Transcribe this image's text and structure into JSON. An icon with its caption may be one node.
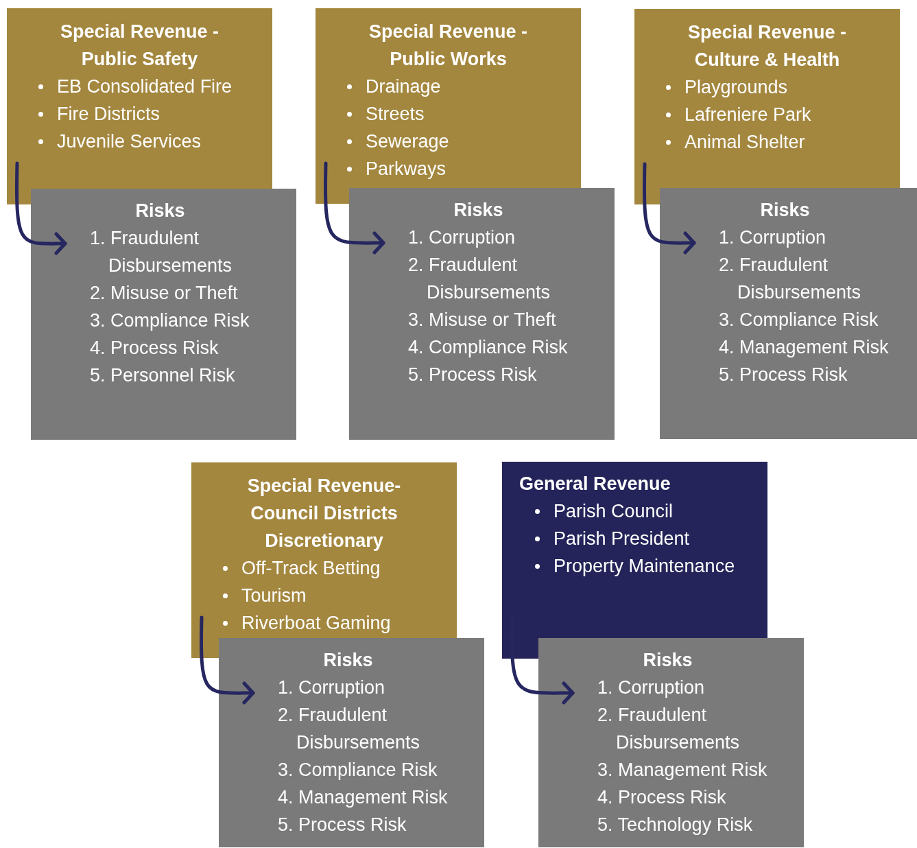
{
  "diagram": {
    "nodes": [
      {
        "text": [
          "Special Revenue - Public Safety",
          "EB Consolidated Fire",
          "Fire Districts",
          "Juvenile Services"
        ]
      },
      {
        "text": [
          "Risks",
          "1. Fraudulent Disbursements",
          "2. Misuse or Theft",
          "3. Compliance Risk",
          "4. Process Risk",
          "5. Personnel Risk"
        ]
      },
      {
        "text": [
          "Special Revenue - Public Works",
          "Drainage",
          "Streets",
          "Sewerage",
          "Parkways"
        ]
      },
      {
        "text": [
          "Risks",
          "1. Corruption",
          "2. Fraudulent Disbursements",
          "3. Misuse or Theft",
          "4. Compliance Risk",
          "5. Process Risk"
        ]
      },
      {
        "text": [
          "Special Revenue - Culture & Health",
          "Playgrounds",
          "Lafreniere Park",
          "Animal Shelter"
        ]
      },
      {
        "text": [
          "Risks",
          "1. Corruption",
          "2. Fraudulent Disbursements",
          "3. Compliance Risk",
          "4. Management Risk",
          "5. Process Risk"
        ]
      },
      {
        "text": [
          "Special Revenue- Council Districts Discretionary",
          "Off-Track Betting",
          "Tourism",
          "Riverboat Gaming"
        ]
      },
      {
        "text": [
          "Risks",
          "1. Corruption",
          "2. Fraudulent Disbursements",
          "3. Compliance Risk",
          "4. Management Risk",
          "5. Process Risk"
        ]
      },
      {
        "text": [
          "General Revenue",
          "Parish Council",
          "Parish President",
          "Property Maintenance"
        ]
      },
      {
        "text": [
          "Risks",
          "1. Corruption",
          "2. Fraudulent Disbursements",
          "3. Management Risk",
          "4. Process Risk",
          "5. Technology Risk"
        ]
      }
    ],
    "edges": [
      {
        "from": 0,
        "to": 1,
        "arrow": "to"
      },
      {
        "from": 2,
        "to": 3,
        "arrow": "to"
      },
      {
        "from": 4,
        "to": 5,
        "arrow": "to"
      },
      {
        "from": 6,
        "to": 7,
        "arrow": "to"
      },
      {
        "from": 8,
        "to": 9,
        "arrow": "to"
      }
    ]
  }
}
